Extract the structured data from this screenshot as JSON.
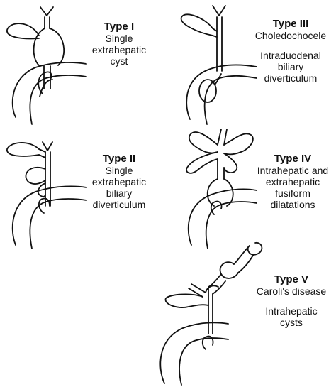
{
  "types": [
    {
      "id": "I",
      "title": "Type I",
      "lines": [
        "Single",
        "extrahepatic",
        "cyst"
      ]
    },
    {
      "id": "II",
      "title": "Type II",
      "lines": [
        "Single",
        "extrahepatic",
        "biliary",
        "diverticulum"
      ]
    },
    {
      "id": "III",
      "title": "Type III",
      "lines": [
        "Choledochocele"
      ],
      "lines2": [
        "Intraduodenal",
        "biliary",
        "diverticulum"
      ]
    },
    {
      "id": "IV",
      "title": "Type IV",
      "lines": [
        "Intrahepatic and",
        "extrahepatic",
        "fusiform",
        "dilatations"
      ]
    },
    {
      "id": "V",
      "title": "Type V",
      "lines": [
        "Caroli's disease"
      ],
      "lines2": [
        "Intrahepatic",
        "cysts"
      ]
    }
  ]
}
